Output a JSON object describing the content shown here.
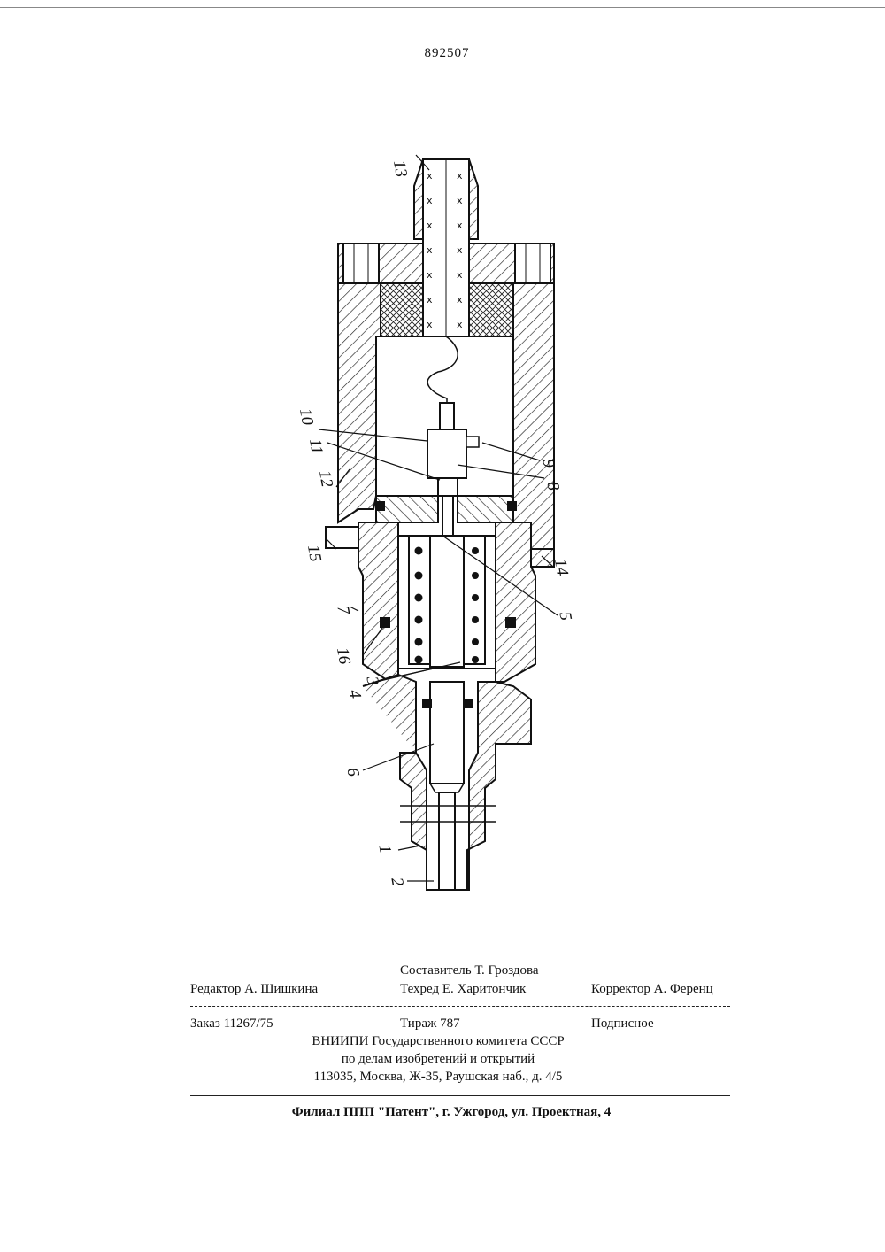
{
  "document": {
    "patent_number": "892507"
  },
  "drawing": {
    "part_labels": [
      {
        "id": "13",
        "text": "13"
      },
      {
        "id": "10",
        "text": "10"
      },
      {
        "id": "11",
        "text": "11"
      },
      {
        "id": "12",
        "text": "12"
      },
      {
        "id": "9",
        "text": "9"
      },
      {
        "id": "8",
        "text": "8"
      },
      {
        "id": "15",
        "text": "15"
      },
      {
        "id": "14",
        "text": "14"
      },
      {
        "id": "7",
        "text": "7"
      },
      {
        "id": "5",
        "text": "5"
      },
      {
        "id": "16",
        "text": "16"
      },
      {
        "id": "3",
        "text": "3"
      },
      {
        "id": "4",
        "text": "4"
      },
      {
        "id": "6",
        "text": "6"
      },
      {
        "id": "1",
        "text": "1"
      },
      {
        "id": "2",
        "text": "2"
      }
    ]
  },
  "footer": {
    "composer": "Составитель Т. Гроздова",
    "editor": "Редактор А. Шишкина",
    "techred": "Техред Е. Харитончик",
    "corrector": "Корректор А. Ференц",
    "order": "Заказ 11267/75",
    "circulation": "Тираж 787",
    "subscription": "Подписное",
    "org_line1": "ВНИИПИ Государственного комитета СССР",
    "org_line2": "по делам изобретений и открытий",
    "org_address": "113035, Москва, Ж-35, Раушская наб., д. 4/5",
    "branch": "Филиал ППП \"Патент\", г. Ужгород, ул. Проектная, 4"
  }
}
